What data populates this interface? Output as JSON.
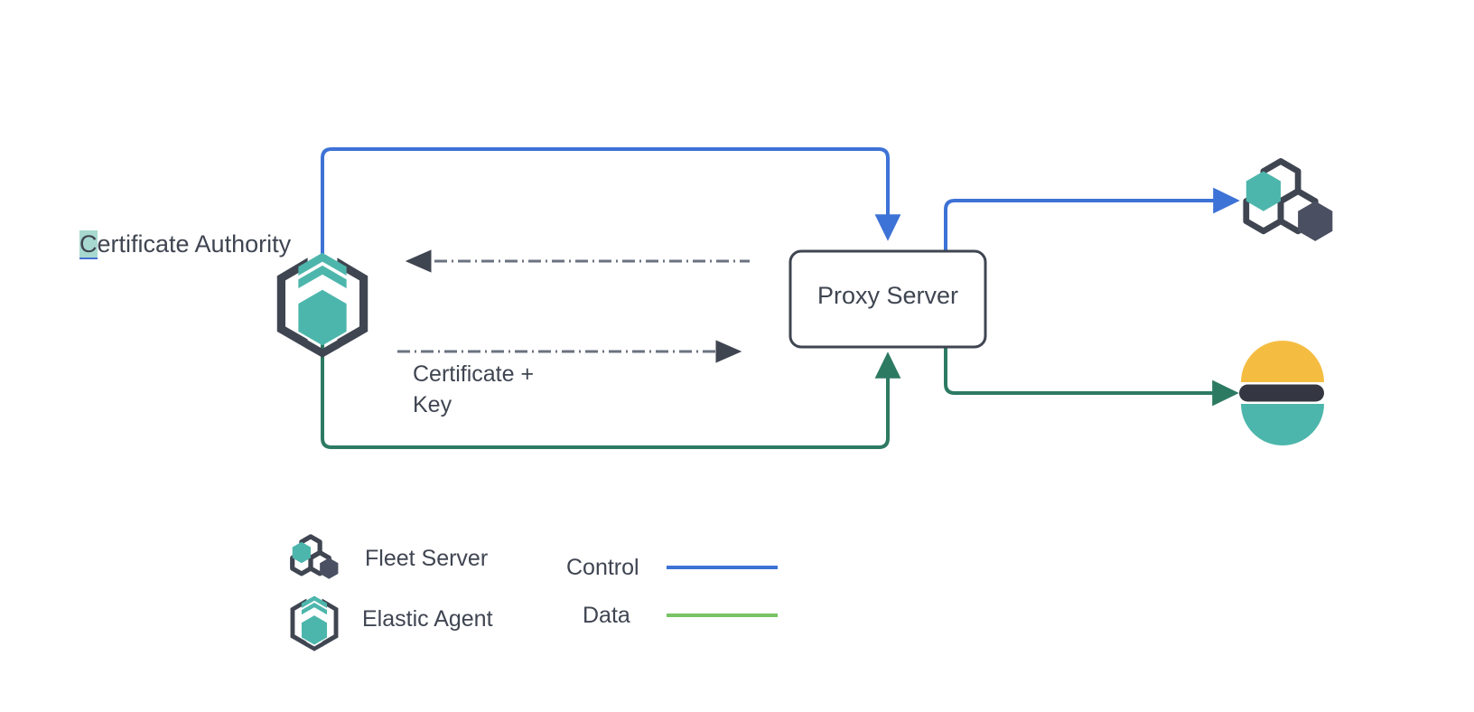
{
  "diagram": {
    "title": "Elastic Agent proxy server certificate flow",
    "background": "#ffffff",
    "colors": {
      "control_blue": "#3d72d6",
      "data_green": "#2d7a63",
      "legend_data_green": "#77c365",
      "teal": "#4db6ac",
      "dark_slate": "#3f4551",
      "elastic_yellow": "#f4bd42",
      "elastic_teal": "#4db6ac",
      "highlight": "#a7d9d0",
      "dashed_gray": "#6b7280"
    }
  },
  "nodes": {
    "certificate_authority": {
      "label": "Certificate Authority",
      "highlight_char": "C",
      "rest": "ertificate Authority",
      "icon": "elastic-agent-icon"
    },
    "proxy_server": {
      "label": "Proxy Server",
      "icon": "rounded-rect"
    },
    "fleet_server": {
      "label": "",
      "icon": "fleet-server-icon"
    },
    "elasticsearch": {
      "label": "",
      "icon": "elasticsearch-icon"
    }
  },
  "edges": [
    {
      "name": "control-agent-to-proxy",
      "type": "control",
      "color": "#3d72d6",
      "style": "solid",
      "arrow": "end",
      "label": ""
    },
    {
      "name": "control-proxy-to-fleet",
      "type": "control",
      "color": "#3d72d6",
      "style": "solid",
      "arrow": "end",
      "label": ""
    },
    {
      "name": "data-agent-to-proxy",
      "type": "data",
      "color": "#2d7a63",
      "style": "solid",
      "arrow": "end",
      "label": ""
    },
    {
      "name": "data-proxy-to-elasticsearch",
      "type": "data",
      "color": "#2d7a63",
      "style": "solid",
      "arrow": "end",
      "label": ""
    },
    {
      "name": "proxy-to-ca-request",
      "type": "certificate",
      "color": "#6b7280",
      "style": "dash-dot",
      "arrow": "start",
      "label": ""
    },
    {
      "name": "ca-to-proxy-certificate",
      "type": "certificate",
      "color": "#6b7280",
      "style": "dash-dot",
      "arrow": "end",
      "label": "Certificate +\nKey"
    }
  ],
  "labels": {
    "certificate_key_line1": "Certificate +",
    "certificate_key_line2": "Key"
  },
  "legend": {
    "items": [
      {
        "name": "fleet-server",
        "label": "Fleet Server",
        "icon": "fleet-server-icon"
      },
      {
        "name": "elastic-agent",
        "label": "Elastic Agent",
        "icon": "elastic-agent-icon"
      }
    ],
    "lines": [
      {
        "name": "control",
        "label": "Control",
        "color": "#3d72d6"
      },
      {
        "name": "data",
        "label": "Data",
        "color": "#77c365"
      }
    ]
  }
}
